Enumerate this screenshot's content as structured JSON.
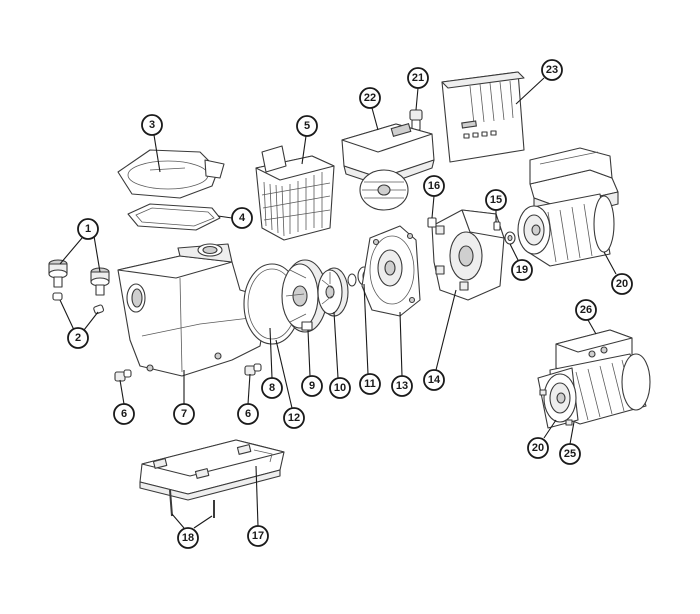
{
  "diagram": {
    "kind": "exploded parts diagram",
    "parts": [
      {
        "id": "p1",
        "number": "1"
      },
      {
        "id": "p2",
        "number": "2"
      },
      {
        "id": "p3",
        "number": "3"
      },
      {
        "id": "p4",
        "number": "4"
      },
      {
        "id": "p5",
        "number": "5"
      },
      {
        "id": "p6a",
        "number": "6"
      },
      {
        "id": "p6b",
        "number": "6"
      },
      {
        "id": "p7",
        "number": "7"
      },
      {
        "id": "p8",
        "number": "8"
      },
      {
        "id": "p9",
        "number": "9"
      },
      {
        "id": "p10",
        "number": "10"
      },
      {
        "id": "p11",
        "number": "11"
      },
      {
        "id": "p12",
        "number": "12"
      },
      {
        "id": "p13",
        "number": "13"
      },
      {
        "id": "p14",
        "number": "14"
      },
      {
        "id": "p15",
        "number": "15"
      },
      {
        "id": "p16",
        "number": "16"
      },
      {
        "id": "p17",
        "number": "17"
      },
      {
        "id": "p18",
        "number": "18"
      },
      {
        "id": "p19",
        "number": "19"
      },
      {
        "id": "p20a",
        "number": "20"
      },
      {
        "id": "p20b",
        "number": "20"
      },
      {
        "id": "p21",
        "number": "21"
      },
      {
        "id": "p22",
        "number": "22"
      },
      {
        "id": "p23",
        "number": "23"
      },
      {
        "id": "p25",
        "number": "25"
      },
      {
        "id": "p26",
        "number": "26"
      }
    ]
  }
}
